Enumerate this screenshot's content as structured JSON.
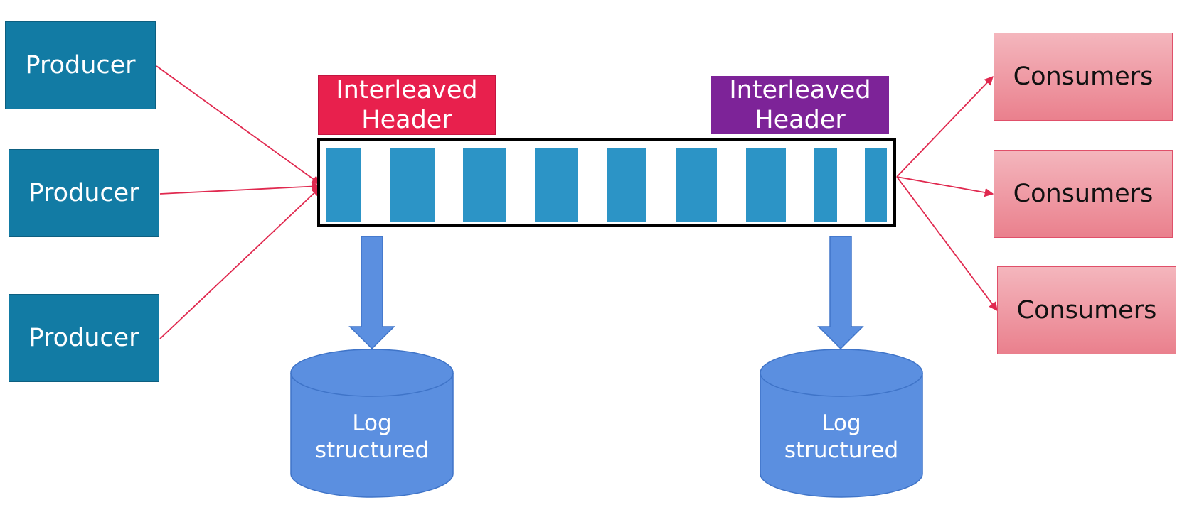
{
  "producers": [
    {
      "label": "Producer"
    },
    {
      "label": "Producer"
    },
    {
      "label": "Producer"
    }
  ],
  "consumers": [
    {
      "label": "Consumers"
    },
    {
      "label": "Consumers"
    },
    {
      "label": "Consumers"
    }
  ],
  "headers": {
    "left": {
      "line1": "Interleaved",
      "line2": "Header",
      "color": "#e8204d"
    },
    "right": {
      "line1": "Interleaved",
      "line2": "Header",
      "color": "#7d2398"
    }
  },
  "queue": {
    "slot_count": 9,
    "slot_color": "#2c94c6"
  },
  "logs": [
    {
      "line1": "Log",
      "line2": "structured",
      "color": "#5b8fe0"
    },
    {
      "line1": "Log",
      "line2": "structured",
      "color": "#5b8fe0"
    }
  ],
  "colors": {
    "producer": "#127ba4",
    "consumer_top": "#f4b6bd",
    "consumer_bottom": "#ea808d",
    "arrow": "#e0294f",
    "down_arrow": "#5b8fe0"
  }
}
